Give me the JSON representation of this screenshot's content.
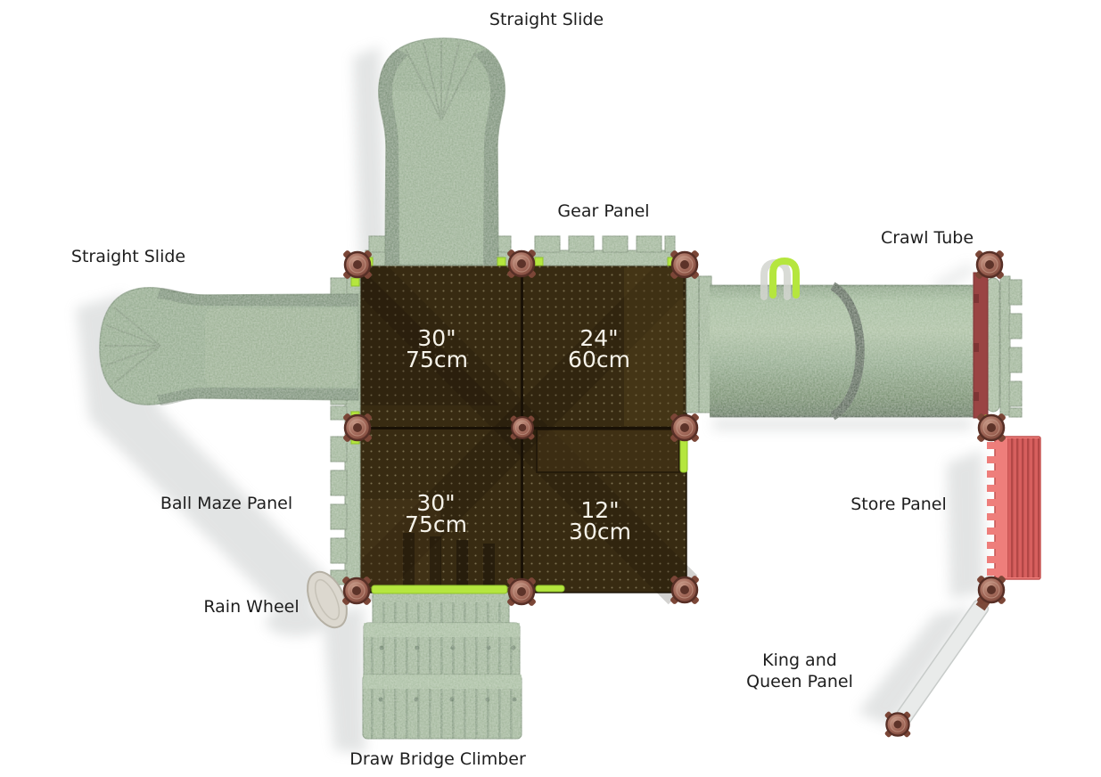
{
  "page": {
    "background": "#ffffff"
  },
  "colors": {
    "green-base": "#8da687",
    "green-light": "#9cb295",
    "green-shade": "#6e8a6a",
    "green-deep": "#41553f",
    "deck-brown": "#382b12",
    "deck-line": "#191106",
    "post-main": "#9c6253",
    "post-dark": "#572f26",
    "lime": "#b5e63e",
    "salmon": "#ee7e7b",
    "salmon-dark": "#b34746",
    "maroon": "#9a4443",
    "beam-white": "#e9ebea",
    "wheel-gray": "#dcd8cf",
    "label-text": "#1e1e1e",
    "deck-text": "#f6f3ea",
    "page-bg": "#ffffff"
  },
  "labels": {
    "straight_slide_top": "Straight Slide",
    "straight_slide_left": "Straight Slide",
    "gear_panel": "Gear Panel",
    "crawl_tube": "Crawl Tube",
    "ball_maze_panel": "Ball Maze Panel",
    "store_panel": "Store Panel",
    "rain_wheel": "Rain Wheel",
    "king_queen_line1": "King and",
    "king_queen_line2": "Queen Panel",
    "draw_bridge_climber": "Draw Bridge Climber"
  },
  "deck_heights": {
    "top_left": {
      "inches": "30\"",
      "cm": "75cm"
    },
    "top_right": {
      "inches": "24\"",
      "cm": "60cm"
    },
    "bottom_left": {
      "inches": "30\"",
      "cm": "75cm"
    },
    "bottom_right": {
      "inches": "12\"",
      "cm": "30cm"
    }
  }
}
